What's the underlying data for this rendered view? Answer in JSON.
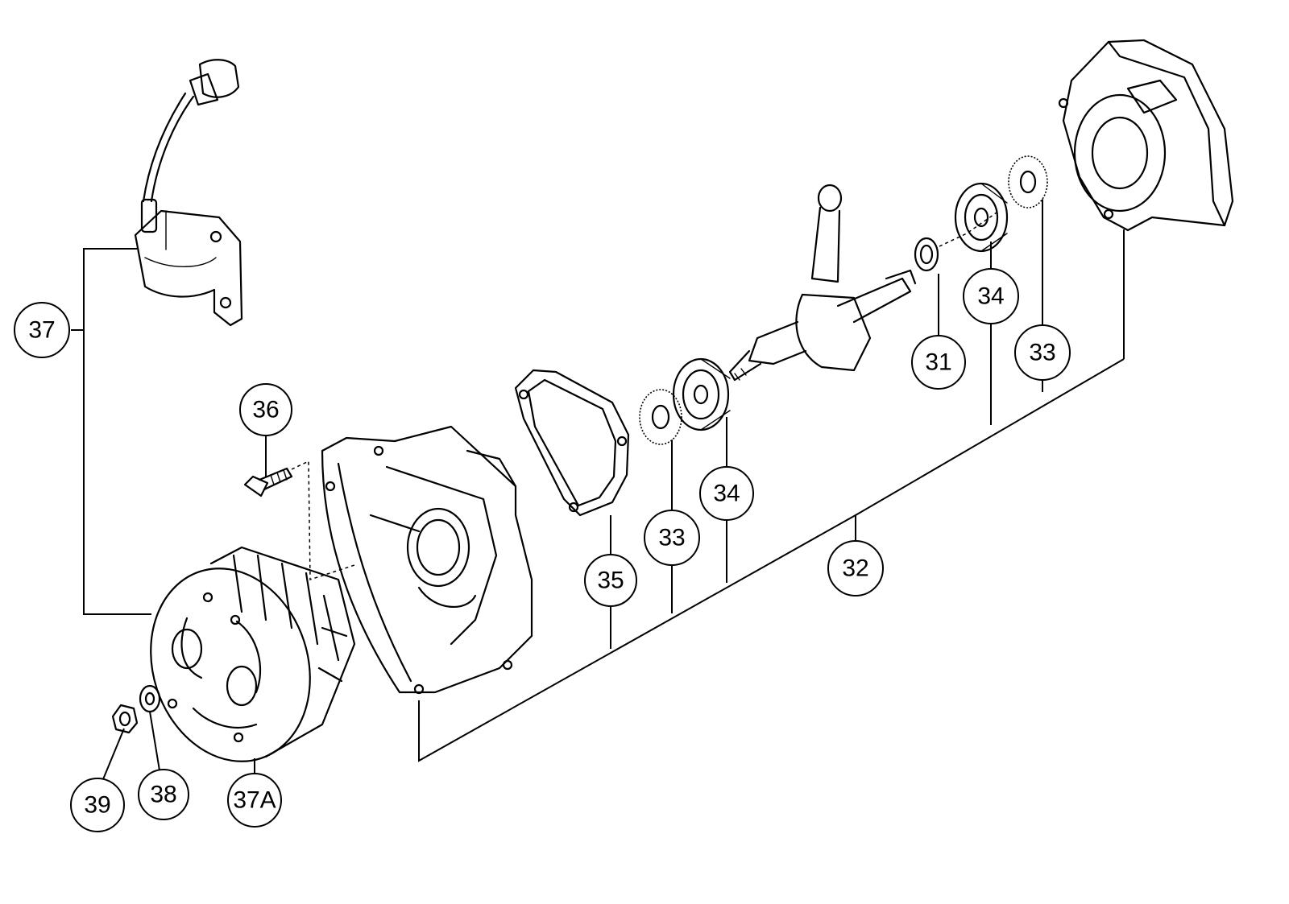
{
  "callouts": [
    {
      "id": "c31",
      "label": "31"
    },
    {
      "id": "c32",
      "label": "32"
    },
    {
      "id": "c33a",
      "label": "33"
    },
    {
      "id": "c33b",
      "label": "33"
    },
    {
      "id": "c34a",
      "label": "34"
    },
    {
      "id": "c34b",
      "label": "34"
    },
    {
      "id": "c35",
      "label": "35"
    },
    {
      "id": "c36",
      "label": "36"
    },
    {
      "id": "c37",
      "label": "37"
    },
    {
      "id": "c37a",
      "label": "37A"
    },
    {
      "id": "c38",
      "label": "38"
    },
    {
      "id": "c39",
      "label": "39"
    }
  ]
}
